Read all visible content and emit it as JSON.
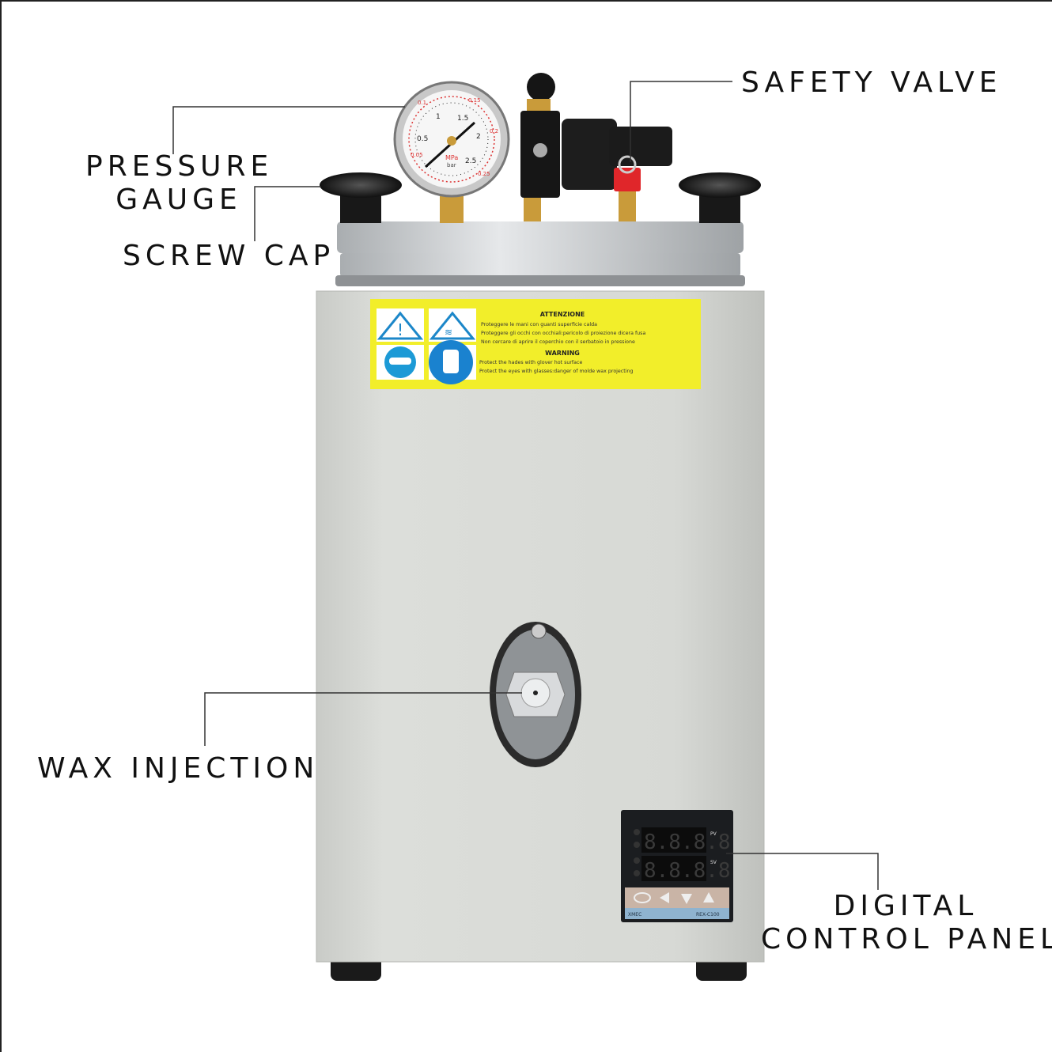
{
  "labels": {
    "pressure_gauge": [
      "PRESSURE",
      "GAUGE"
    ],
    "screw_cap": "SCREW CAP",
    "safety_valve": "SAFETY VALVE",
    "wax_injection": "WAX INJECTION",
    "digital_control_panel": [
      "DIGITAL",
      "CONTROL PANEL"
    ]
  },
  "warning_label": {
    "heading_it": "ATTENZIONE",
    "lines_it": [
      "Proteggere le mani con guanti superficie calda",
      "Proteggere gli occhi con occhiali:pericolo di proiezione dicera fusa",
      "Non cercare di aprire il coperchio con il serbatoio in pressione"
    ],
    "heading_en": "WARNING",
    "lines_en": [
      "Protect the hades with glover hot surface",
      "Protect the eyes with glasses:danger of molde wax projecting"
    ],
    "icons": [
      "warning-triangle-icon",
      "hot-surface-icon",
      "goggles-icon",
      "gloves-icon"
    ],
    "color": "#f2ee2a"
  },
  "gauge": {
    "unit": "MPa",
    "unit2": "bar",
    "bar_ticks": [
      "0.5",
      "1",
      "1.5",
      "2",
      "2.5"
    ],
    "mpa_ticks": [
      "0.05",
      "0.1",
      "0.15",
      "0.2",
      "0.25"
    ]
  },
  "controller": {
    "pv_label": "PV",
    "sv_label": "SV",
    "pv_display": "8.8.8.8",
    "sv_display": "8.8.8.8",
    "brand": "XMEC",
    "model": "REX-C100"
  },
  "colors": {
    "body": "#d9dbd7",
    "lid": "#c9ccce",
    "label": "#f2ee2a",
    "valve": "#e0262a"
  }
}
